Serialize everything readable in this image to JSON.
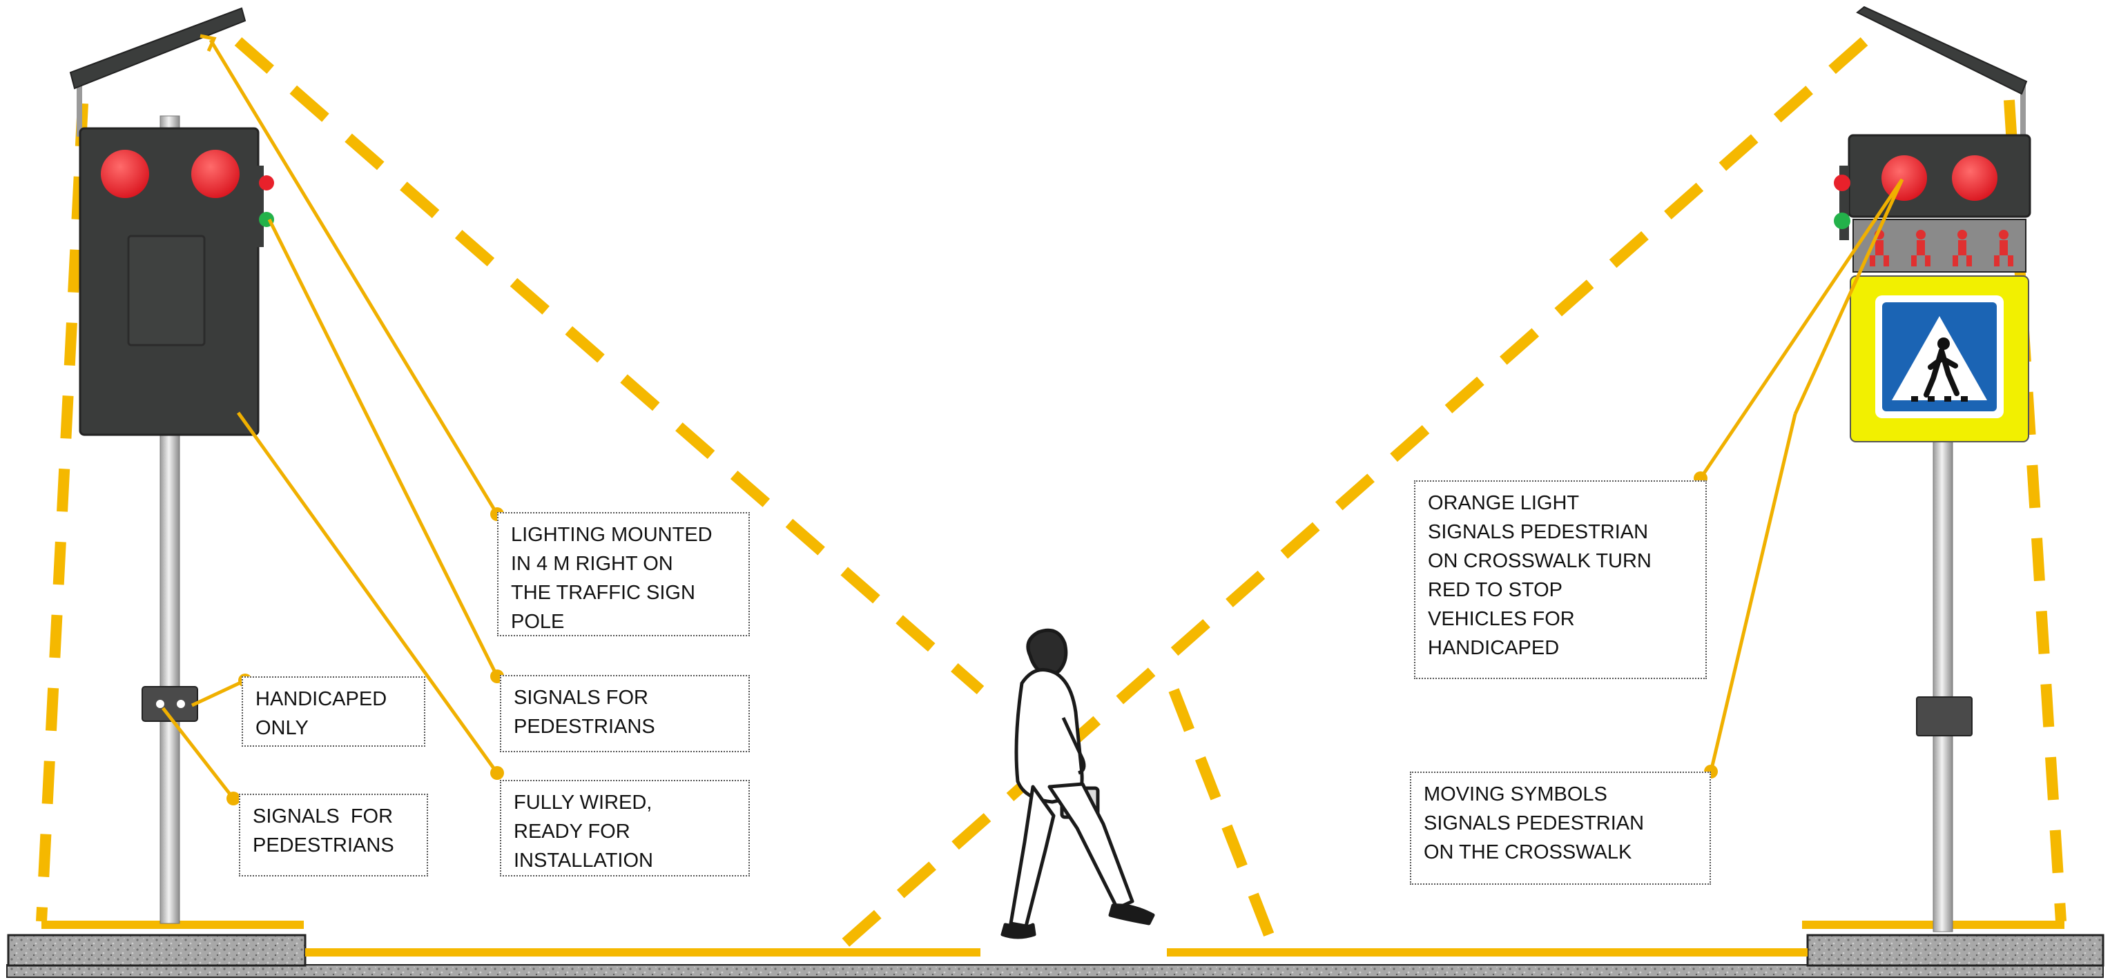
{
  "colors": {
    "cone": "#f5b800",
    "leader": "#f0b000",
    "signal_housing": "#3a3c3b",
    "red_lamp": "#e8212b",
    "green_lamp": "#23b24a",
    "sign_yellow": "#f2f000",
    "sign_blue": "#1b64b4",
    "pole": "#c9c9c9",
    "curb": "#9a9a9a"
  },
  "icons": {
    "left_solar_panel": "solar-panel-icon",
    "right_solar_panel": "solar-panel-icon",
    "crosswalk_sign": "pedestrian-crossing-sign-icon",
    "pedestrian_figure": "walking-woman-icon",
    "push_button": "push-button-icon"
  },
  "callouts": {
    "lighting": [
      "LIGHTING MOUNTED",
      "IN 4 M RIGHT ON",
      "THE TRAFFIC SIGN",
      "POLE"
    ],
    "signals_top": [
      "SIGNALS FOR",
      "PEDESTRIANS"
    ],
    "wired": [
      "FULLY WIRED,",
      "READY FOR",
      "INSTALLATION"
    ],
    "handicaped": [
      "HANDICAPED",
      "ONLY"
    ],
    "signals_bottom": [
      "SIGNALS  FOR",
      "PEDESTRIANS"
    ],
    "orange": [
      "ORANGE LIGHT",
      "SIGNALS PEDESTRIAN",
      "ON CROSSWALK TURN",
      "RED TO STOP",
      "VEHICLES FOR",
      "HANDICAPED"
    ],
    "moving": [
      "MOVING SYMBOLS",
      "SIGNALS PEDESTRIAN",
      "ON THE CROSSWALK"
    ]
  }
}
